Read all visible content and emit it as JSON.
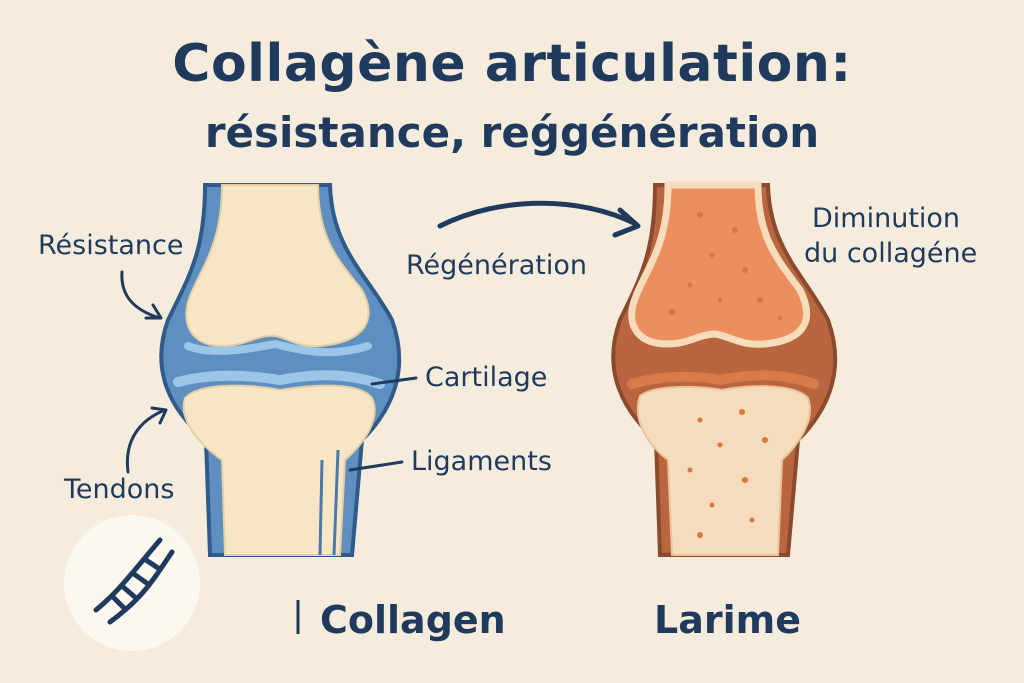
{
  "title": {
    "line1": "Collagène articulation:",
    "line2": "résistance, reǵgénération"
  },
  "labels": {
    "resistance": "Résistance",
    "tendons": "Tendons",
    "regeneration": "Régénération",
    "cartilage": "Cartilage",
    "ligaments": "Ligaments",
    "diminution_line1": "Diminution",
    "diminution_line2": "du collagéne"
  },
  "captions": {
    "left": "Collagen",
    "right": "Larime"
  },
  "colors": {
    "background": "#f6ecdd",
    "text": "#1f3a5c",
    "healthy_blue": "#4c79a8",
    "bone_cream": "#f6e6c6",
    "damaged_orange": "#e98552",
    "damaged_brown": "#9a5536"
  },
  "icons": [
    "dna-icon",
    "arrow-icon"
  ]
}
